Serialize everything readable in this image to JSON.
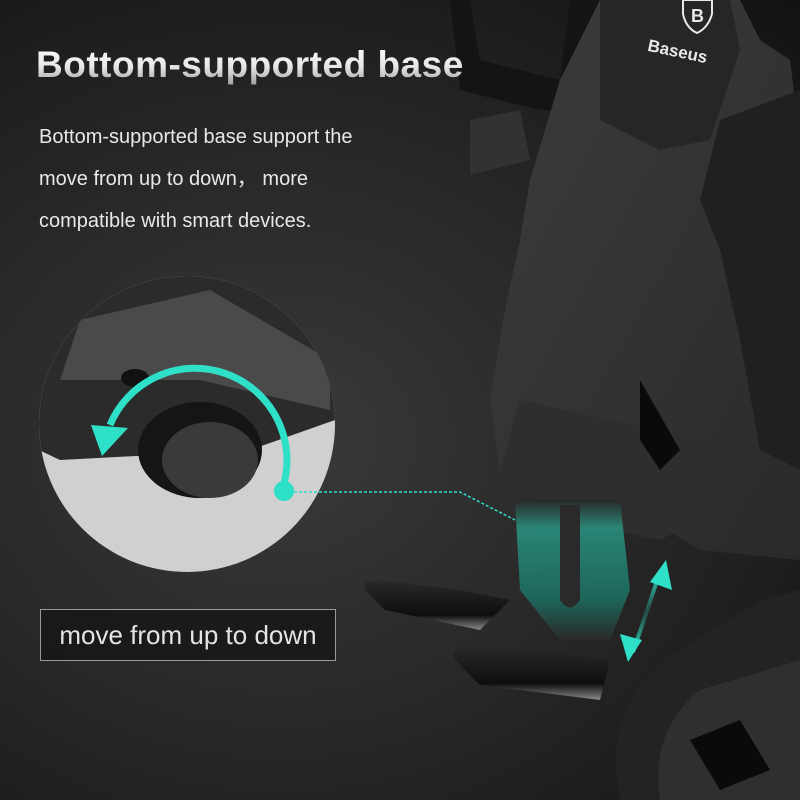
{
  "headline": {
    "title": "Bottom-supported base",
    "description_lines": [
      "Bottom-supported base support the",
      "move from up to down， more",
      "compatible with smart devices."
    ]
  },
  "callout": {
    "caption": "move from up to down"
  },
  "product": {
    "brand_name": "Baseus",
    "brand_logo_letter": "B",
    "accent_color": "#2fe0c8",
    "icons": [
      "rotate-arrow-icon",
      "up-down-arrow-icon",
      "brand-shield-logo-icon"
    ]
  }
}
